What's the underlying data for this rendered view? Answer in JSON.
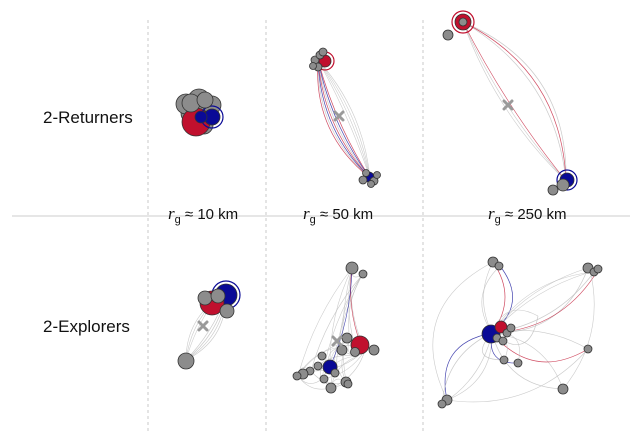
{
  "rows": {
    "returners": "2-Returners",
    "explorers": "2-Explorers"
  },
  "radius_symbol": "r",
  "radius_subscript": "g",
  "radius_labels": [
    "≈ 10 km",
    "≈ 50 km",
    "≈ 250 km"
  ],
  "colors": {
    "red": "#c0102e",
    "blue": "#0a0a96",
    "gray": "#8c8c8c",
    "center_cross": "#9a9a9a",
    "divider": "#cccccc"
  }
}
